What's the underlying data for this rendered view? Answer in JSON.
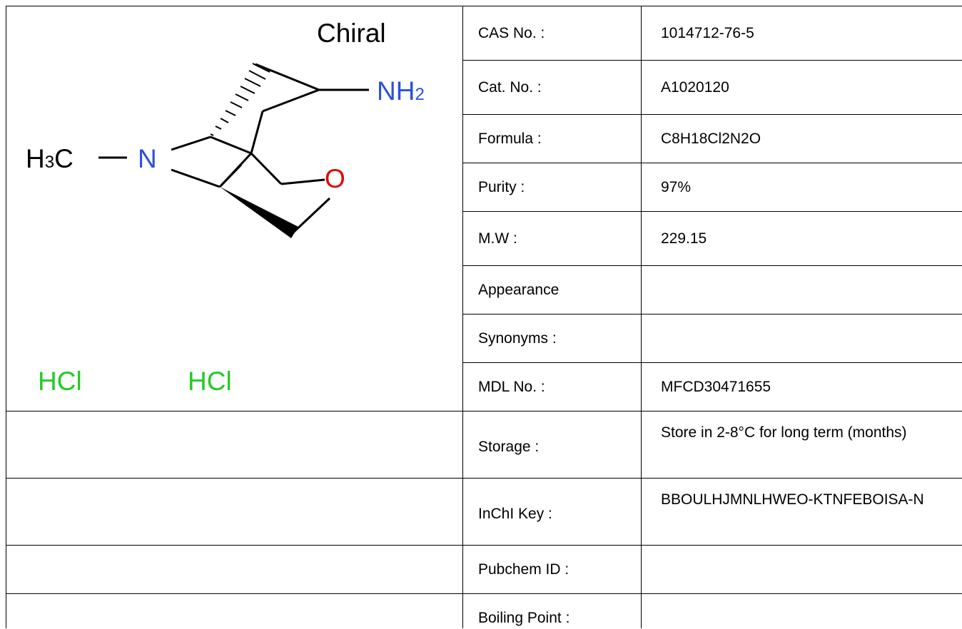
{
  "structure": {
    "chiral_label": "Chiral",
    "methyl_main": "H",
    "methyl_sub": "3",
    "methyl_tail": "C",
    "nitrogen": "N",
    "amine_main": "NH",
    "amine_sub": "2",
    "oxygen": "O",
    "salts": [
      "HCl",
      "HCl"
    ],
    "colors": {
      "bond": "#000000",
      "nitrogen": "#2b4fe0",
      "oxygen": "#e00000",
      "salt": "#22cc22"
    }
  },
  "properties": [
    {
      "label": "CAS No. :",
      "value": "1014712-76-5"
    },
    {
      "label": "Cat. No. :",
      "value": "A1020120"
    },
    {
      "label": "Formula :",
      "value": "C8H18Cl2N2O"
    },
    {
      "label": "Purity :",
      "value": "97%"
    },
    {
      "label": "M.W :",
      "value": "229.15"
    },
    {
      "label": "Appearance",
      "value": ""
    },
    {
      "label": "Synonyms :",
      "value": ""
    },
    {
      "label": "MDL No. :",
      "value": "MFCD30471655"
    },
    {
      "label": "Storage :",
      "value": "Store in 2-8°C for long term (months)"
    },
    {
      "label": "InChI Key :",
      "value": "BBOULHJMNLHWEO-KTNFEBOISA-N"
    },
    {
      "label": "Pubchem ID :",
      "value": ""
    },
    {
      "label": "Boiling Point :",
      "value": ""
    }
  ]
}
